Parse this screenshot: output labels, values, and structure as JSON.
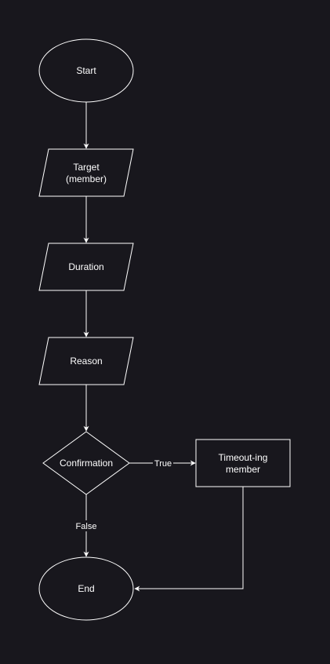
{
  "colors": {
    "background": "#18171d",
    "stroke": "#ffffff",
    "text": "#ffffff"
  },
  "nodes": {
    "start": {
      "shape": "ellipse",
      "lines": [
        "Start"
      ]
    },
    "target": {
      "shape": "parallelogram",
      "lines": [
        "Target",
        "(member)"
      ]
    },
    "duration": {
      "shape": "parallelogram",
      "lines": [
        "Duration"
      ]
    },
    "reason": {
      "shape": "parallelogram",
      "lines": [
        "Reason"
      ]
    },
    "confirmation": {
      "shape": "diamond",
      "lines": [
        "Confirmation"
      ]
    },
    "timeout": {
      "shape": "rectangle",
      "lines": [
        "Timeout-ing",
        "member"
      ]
    },
    "end": {
      "shape": "ellipse",
      "lines": [
        "End"
      ]
    }
  },
  "edges": {
    "true_label": "True",
    "false_label": "False"
  }
}
